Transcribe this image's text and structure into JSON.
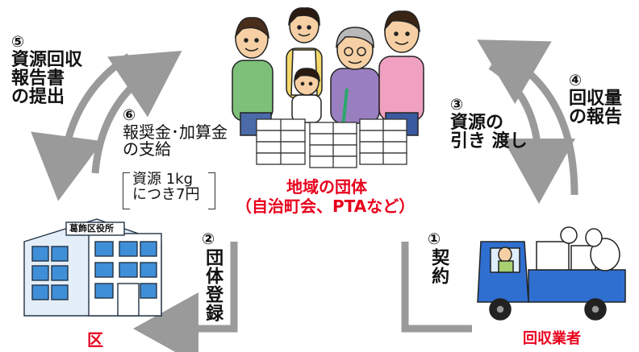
{
  "diagram": {
    "top_title_fragment": "",
    "community_group": {
      "name": "地域の団体",
      "examples": "（自治町会、PTAなど）"
    },
    "ward": {
      "name": "区",
      "building_sign": "葛飾区役所"
    },
    "collector": {
      "name": "回収業者"
    },
    "steps": [
      {
        "number": "①",
        "label": "契約"
      },
      {
        "number": "②",
        "label": "団体登録"
      },
      {
        "number": "③",
        "label_line1": "資源の",
        "label_line2": "引き 渡し"
      },
      {
        "number": "④",
        "label_line1": "回収量",
        "label_line2": "の報告"
      },
      {
        "number": "⑤",
        "label_line1": "資源回収",
        "label_line2": "報告書",
        "label_line3": "の提出"
      },
      {
        "number": "⑥",
        "label_line1": "報奨金･加算金",
        "label_line2": "の支給",
        "note_line1": "資源 1kg",
        "note_line2": "につき7円"
      }
    ]
  },
  "colors": {
    "accent_red": "#e8001c",
    "arrow_gray": "#9a9a9a",
    "building_blue": "#3f8fd8",
    "truck_blue": "#2f6fd0"
  },
  "icons": [
    "family-illustration",
    "stacked-paper-bundles",
    "office-building-icon",
    "delivery-truck-icon"
  ]
}
